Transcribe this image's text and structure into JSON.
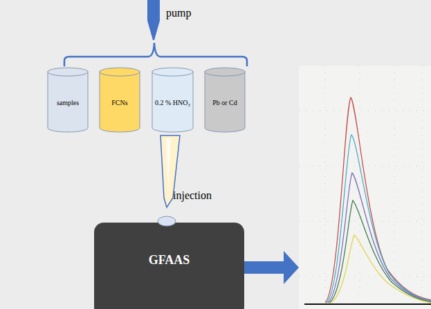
{
  "diagram": {
    "nodes": [
      {
        "text": [
          "samples"
        ]
      },
      {
        "text": [
          "FCNs"
        ]
      },
      {
        "text": [
          "0.2 % HNO₃"
        ]
      },
      {
        "text": [
          "Pb or Cd"
        ]
      },
      {
        "text": [
          "GFAAS"
        ]
      }
    ],
    "labels": [
      "pump",
      "injection"
    ]
  }
}
